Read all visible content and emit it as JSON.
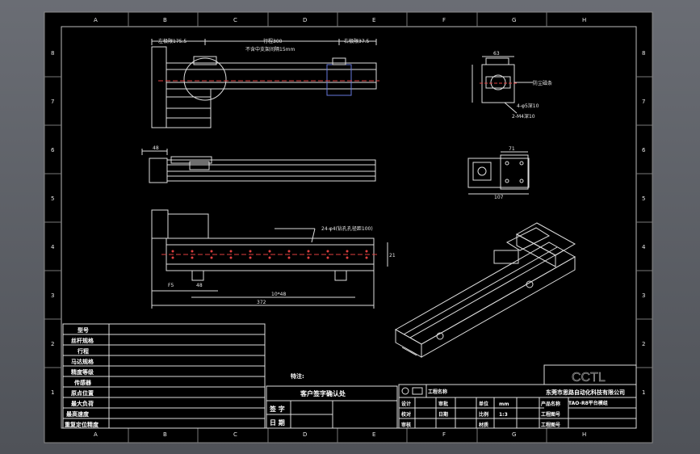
{
  "frame": {
    "column_marks": [
      "A",
      "B",
      "C",
      "D",
      "E",
      "F",
      "G",
      "H"
    ],
    "row_marks": [
      "8",
      "7",
      "6",
      "5",
      "4",
      "3",
      "2",
      "1"
    ]
  },
  "dims": {
    "top_left": "左极限175.5",
    "top_mid": "行程300",
    "top_note": "不含中支架间隔15mm",
    "top_right": "右极限37.5",
    "side_48": "48",
    "ann_bolt": "24-φ4(钻孔孔径距100)",
    "f5": "F5",
    "d48": "48",
    "d100": "10*48",
    "d372": "372",
    "d21": "21",
    "end_63": "63",
    "end_label1": "防尘磁条",
    "end_label2": "4-φ5深10",
    "end_label3": "2-M4深10",
    "end_71": "71",
    "end_107": "107"
  },
  "left_table": {
    "rows": [
      "型号",
      "丝杆规格",
      "行程",
      "马达规格",
      "精度等级",
      "传感器",
      "原点位置",
      "最大负荷",
      "最高速度",
      "重复定位精度"
    ]
  },
  "remarks_label": "特注:",
  "confirm": {
    "title": "客户签字确认处",
    "sign_label": "签 字",
    "date_label": "日 期"
  },
  "title_block": {
    "logo": "CCTL",
    "company": "东莞市思路自动化科技有限公司",
    "model": "TAO-R8平台模组",
    "grid": {
      "engineering_label": "工程名称",
      "design": "设计",
      "check": "校对",
      "approve": "审核",
      "review": "审批",
      "date": "日期",
      "unit": "单位",
      "unit_val": "mm",
      "scale": "比例",
      "scale_val": "1:3",
      "material": "材质",
      "product_name": "产品名称",
      "drawing_no": "工程图号",
      "engineering_no": "工程图号"
    }
  }
}
